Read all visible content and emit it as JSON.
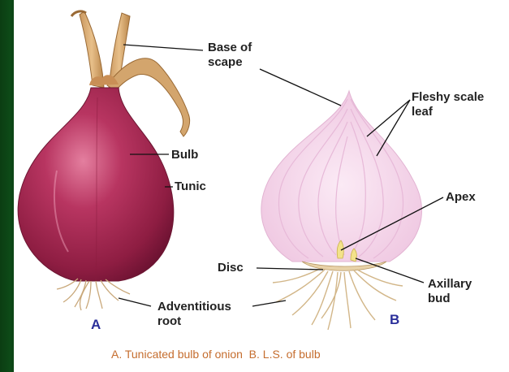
{
  "labels": {
    "base_of_scape": "Base of\nscape",
    "fleshy_scale_leaf": "Fleshy scale\nleaf",
    "bulb": "Bulb",
    "tunic": "Tunic",
    "apex": "Apex",
    "disc": "Disc",
    "axillary_bud": "Axillary\nbud",
    "adventitious_root": "Adventitious\nroot"
  },
  "figure_letters": {
    "a": "A",
    "b": "B"
  },
  "caption": "A. Tunicated bulb of onion  B. L.S. of bulb",
  "colors": {
    "background": "#0b3d12",
    "onion_skin": "#a8274e",
    "scale_leaf": "#f4d8ec",
    "letter": "#2b2f9a",
    "caption": "#c56d2e"
  }
}
